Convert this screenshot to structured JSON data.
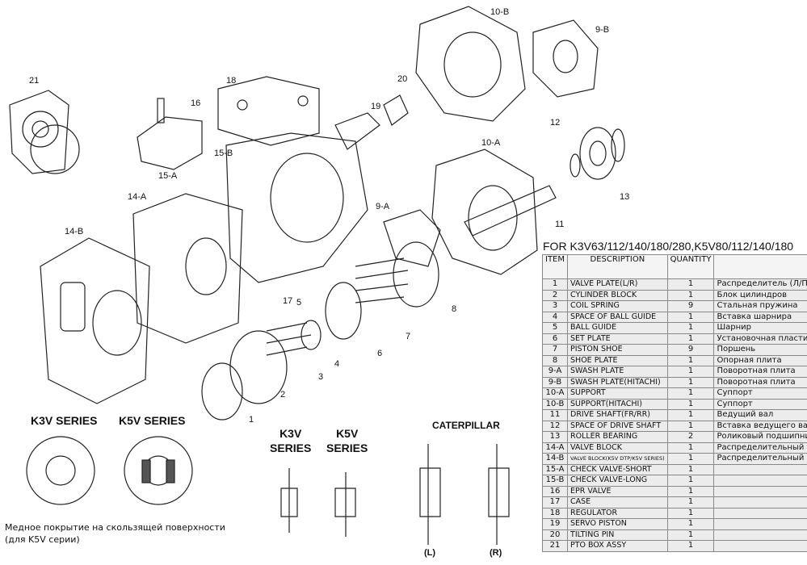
{
  "callouts": [
    "1",
    "2",
    "3",
    "4",
    "5",
    "6",
    "7",
    "8",
    "9-A",
    "9-B",
    "10-A",
    "10-B",
    "11",
    "12",
    "13",
    "14-A",
    "14-B",
    "15-A",
    "15-B",
    "16",
    "17",
    "18",
    "19",
    "20",
    "21"
  ],
  "series_labels": {
    "k3v_top": "K3V SERIES",
    "k5v_top": "K5V SERIES",
    "k3v_mid": "K3V\nSERIES",
    "k5v_mid": "K5V\nSERIES",
    "caterpillar": "CATERPILLAR",
    "left": "(L)",
    "right": "(R)"
  },
  "note": "Медное покрытие на скользящей поверхности (для K5V серии)",
  "table": {
    "title": "FOR K3V63/112/140/180/280,K5V80/112/140/180",
    "headers": [
      "ITEM",
      "DESCRIPTION",
      "QUANTITY",
      ""
    ],
    "rows": [
      [
        "1",
        "VALVE PLATE(L/R)",
        "1",
        "Распределитель (Л/П)"
      ],
      [
        "2",
        "CYLINDER BLOCK",
        "1",
        "Блок цилиндров"
      ],
      [
        "3",
        "COIL SPRING",
        "9",
        "Стальная пружина"
      ],
      [
        "4",
        "SPACE OF BALL GUIDE",
        "1",
        "Вставка шарнира"
      ],
      [
        "5",
        "BALL GUIDE",
        "1",
        "Шарнир"
      ],
      [
        "6",
        "SET PLATE",
        "1",
        "Установочная пластина"
      ],
      [
        "7",
        "PISTON SHOE",
        "9",
        "Поршень"
      ],
      [
        "8",
        "SHOE PLATE",
        "1",
        "Опорная плита"
      ],
      [
        "9-A",
        "SWASH PLATE",
        "1",
        "Поворотная плита"
      ],
      [
        "9-B",
        "SWASH PLATE(HITACHI)",
        "1",
        "Поворотная плита"
      ],
      [
        "10-A",
        "SUPPORT",
        "1",
        "Суппорт"
      ],
      [
        "10-B",
        "SUPPORT(HITACHI)",
        "1",
        "Суппорт"
      ],
      [
        "11",
        "DRIVE SHAFT(FR/RR)",
        "1",
        "Ведущий вал"
      ],
      [
        "12",
        "SPACE OF DRIVE SHAFT",
        "1",
        "Вставка ведущего вала"
      ],
      [
        "13",
        "ROLLER BEARING",
        "2",
        "Роликовый подшипник"
      ],
      [
        "14-A",
        "VALVE BLOCK",
        "1",
        "Распределительный блок"
      ],
      [
        "14-B",
        "VALVE BLOCK(K5V DTP/K5V SERIES)",
        "1",
        "Распределительный блок"
      ],
      [
        "15-A",
        "CHECK VALVE-SHORT",
        "1",
        ""
      ],
      [
        "15-B",
        "CHECK VALVE-LONG",
        "1",
        ""
      ],
      [
        "16",
        "EPR VALVE",
        "1",
        ""
      ],
      [
        "17",
        "CASE",
        "1",
        ""
      ],
      [
        "18",
        "REGULATOR",
        "1",
        ""
      ],
      [
        "19",
        "SERVO PISTON",
        "1",
        ""
      ],
      [
        "20",
        "TILTING PIN",
        "1",
        ""
      ],
      [
        "21",
        "PTO BOX ASSY",
        "1",
        ""
      ]
    ]
  }
}
